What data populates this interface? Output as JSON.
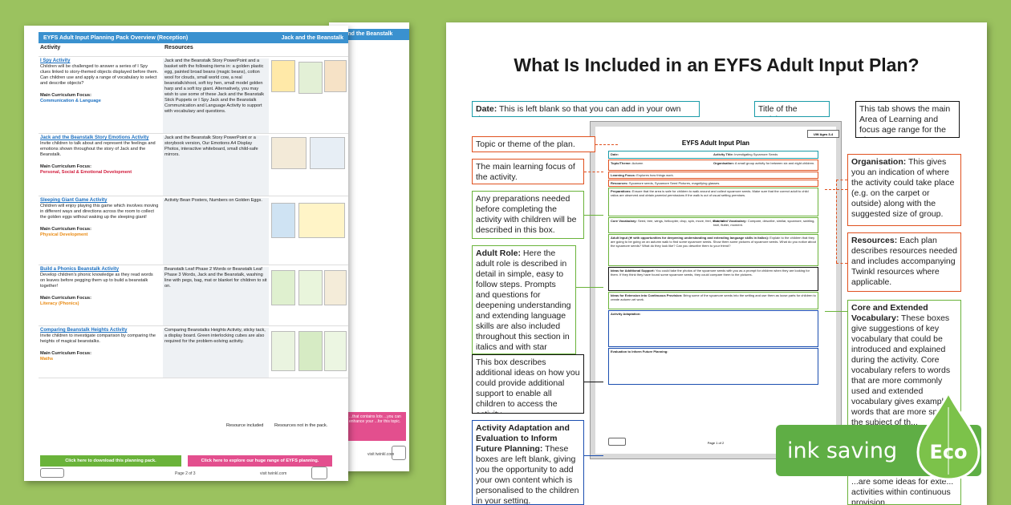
{
  "overview": {
    "header_title": "EYFS Adult Input Planning Pack Overview (Reception)",
    "header_right": "Jack and the Beanstalk",
    "back_header": "Jack and the Beanstalk",
    "col_activity": "Activity",
    "col_resources": "Resources",
    "rows": [
      {
        "title": "I Spy Activity",
        "desc": "Children will be challenged to answer a series of I Spy clues linked to story-themed objects displayed before them. Can children use and apply a range of vocabulary to select and describe objects?",
        "focus_label": "Main Curriculum Focus:",
        "focus": "Communication & Language",
        "focus_color": "#1b6fc0",
        "resources": "Jack and the Beanstalk Story PowerPoint and a basket with the following items in: a golden plastic egg, painted broad beans (magic beans), cotton wool for clouds, small world cow, a real beanstalk/shoot, soft toy hen, small model golden harp and a soft toy giant. Alternatively, you may wish to use some of these Jack and the Beanstalk Stick Puppets or I Spy Jack and the Beanstalk Communication and Language Activity to support with vocabulary and questions."
      },
      {
        "title": "Jack and the Beanstalk Story Emotions Activity",
        "desc": "Invite children to talk about and represent the feelings and emotions shown throughout the story of Jack and the Beanstalk.",
        "focus_label": "Main Curriculum Focus:",
        "focus": "Personal, Social & Emotional Development",
        "focus_color": "#d11a3a",
        "resources": "Jack and the Beanstalk Story PowerPoint or a storybook version, Our Emotions A4 Display Photos, interactive whiteboard, small child-safe mirrors."
      },
      {
        "title": "Sleeping Giant Game Activity",
        "desc": "Children will enjoy playing this game which involves moving in different ways and directions across the room to collect the golden eggs without waking up the sleeping giant!",
        "focus_label": "Main Curriculum Focus:",
        "focus": "Physical Development",
        "focus_color": "#e98a12",
        "resources": "Activity Bean Posters, Numbers on Golden Eggs."
      },
      {
        "title": "Build a Phonics Beanstalk Activity",
        "desc": "Develop children's phonic knowledge as they read words on leaves before pegging them up to build a beanstalk together!",
        "focus_label": "Main Curriculum Focus:",
        "focus": "Literacy (Phonics)",
        "focus_color": "#e98a12",
        "resources": "Beanstalk Leaf Phase 2 Words or Beanstalk Leaf Phase 3 Words, Jack and the Beanstalk, washing line with pegs, bag, mat or blanket for children to sit on."
      },
      {
        "title": "Comparing Beanstalk Heights Activity",
        "desc": "Invite children to investigate comparison by comparing the heights of magical beanstalks.",
        "focus_label": "Main Curriculum Focus:",
        "focus": "Maths",
        "focus_color": "#e98a12",
        "resources": "Comparing Beanstalks Heights Activity, sticky tack, a display board. Green interlocking cubes are also required for the problem-solving activity."
      }
    ],
    "resource_included": "Resource included",
    "resource_not": "Resources not in the pack.",
    "btn_download": "Click here to download this planning pack.",
    "btn_explore": "Click here to explore our huge range of EYFS planning.",
    "pink_note": "...that contains lots ...you can enhance your ...for this topic.",
    "footer_page": "Page 2 of 3",
    "footer_url": "visit twinkl.com",
    "footer_url2": "visit twinkl.com"
  },
  "explainer": {
    "title": "What Is Included in an EYFS Adult Input Plan?",
    "callouts": {
      "date_bold": "Date:",
      "date_text": " This is left blank so that you can add in your own date.",
      "title_activity": "Title of the activity.",
      "tab": "This tab shows the main Area of Learning and focus age range for the plan.",
      "topic": "Topic or theme of the plan.",
      "focus": "The main learning focus of the activity.",
      "prep": "Any preparations needed before completing the activity with children will be described in this box.",
      "adult_bold": "Adult Role:",
      "adult_text": " Here the adult role is described in detail in simple, easy to follow steps. Prompts and questions for deepening understanding and extending language skills are also included throughout this section in italics and with star bullets.",
      "additional": "This box describes additional ideas on how you could provide additional support to enable all children to access the activity.",
      "adapt_title": "Activity Adaptation and Evaluation to Inform Future Planning:",
      "adapt_text": " These boxes are left blank, giving you the opportunity to add your own content which is personalised to the children in your setting.",
      "org_bold": "Organisation:",
      "org_text": " This gives you an indication of where the activity could take place (e.g. on the carpet or outside) along with the suggested size of group.",
      "res_bold": "Resources:",
      "res_text": " Each plan describes resources needed and includes accompanying Twinkl resources where applicable.",
      "vocab_bold": "Core and Extended Vocabulary:",
      "vocab_text": " These boxes give suggestions of key vocabulary that could be introduced and explained during the activity. Core vocabulary refers to words that are more commonly used and extended vocabulary gives example words that are more sp... to the subject of th...",
      "bottom_text": "...are some ideas for exte... activities within continuous provision."
    },
    "plan": {
      "title": "EYFS Adult Input Plan",
      "age_tab": "UW Ages 3-4",
      "date_label": "Date:",
      "activity_title_label": "Activity Title:",
      "activity_title": "Investigating Sycamore Seeds",
      "topic_label": "Topic/Theme:",
      "topic": "Autumn",
      "org_label": "Organisation:",
      "org": "A small group activity for between six and eight children.",
      "focus_label": "Learning Focus:",
      "focus": "Explores how things work.",
      "resources_label": "Resources:",
      "resources": "Sycamore seeds, Sycamore Seed Pictures, magnifying glasses.",
      "prep_label": "Preparations:",
      "prep": "Ensure that the area is safe for children to walk around and collect sycamore seeds. Make sure that the correct adult to child ratios are observed and obtain parental permissions if the walk is out of usual setting premises.",
      "core_label": "Core Vocabulary:",
      "core": "Seed, tree, wings, helicopter, drop, spin, move, feel, slow, fall.",
      "ext_label": "Extended Vocabulary:",
      "ext": "Compare, describe, similar, sycamore, swirling, twirl, flutter, moment.",
      "adult_label": "Adult Input (★ with opportunities for deepening understanding and extending language skills in italics):",
      "adult": "Explain to the children that they are going to be going on an autumn walk to find some sycamore seeds. Show them some pictures of sycamore seeds. What do you notice about the sycamore seeds? What do they look like? Can you describe them to your friend?",
      "support_label": "Ideas for Additional Support:",
      "support": "You could take the photos of the sycamore seeds with you as a prompt for children when they are looking for them. If they think they have found some sycamore seeds, they could compare them to the pictures.",
      "extension_label": "Ideas for Extension into Continuous Provision:",
      "extension": "Bring some of the sycamore seeds into the setting and use them as loose parts for children to create autumn art work.",
      "adaptation_label": "Activity Adaptation:",
      "evaluation_label": "Evaluation to Inform Future Planning:",
      "page": "Page 1 of 2"
    }
  },
  "badge": {
    "ink_saving": "ink saving",
    "eco": "Eco"
  },
  "colors": {
    "background": "#9bc25f",
    "twinkl_blue": "#3a91cf",
    "orange": "#e0511f",
    "green": "#6ab33a",
    "blue": "#1b4fb0",
    "eco_green": "#5fae45"
  }
}
